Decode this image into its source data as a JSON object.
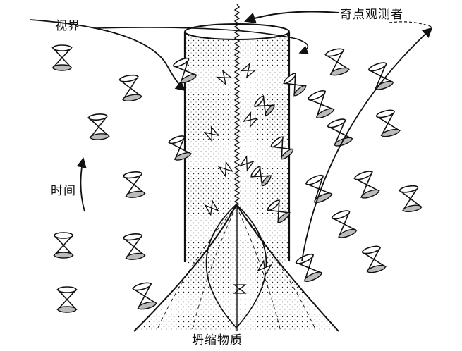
{
  "labels": {
    "horizon": "视界",
    "observer": "奇点观测者",
    "time": "时间",
    "collapsing_matter": "坍缩物质"
  },
  "colors": {
    "ink": "#111111",
    "paper": "#ffffff"
  }
}
